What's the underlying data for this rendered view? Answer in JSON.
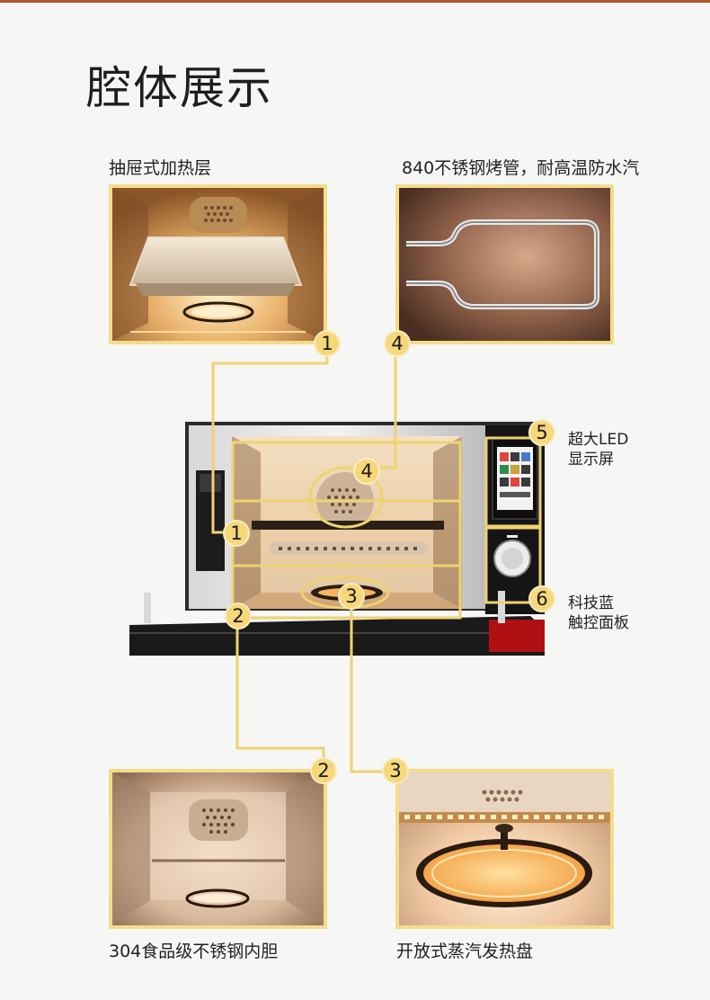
{
  "title": "腔体展示",
  "features": [
    {
      "num": "1",
      "caption": "抽屉式加热层"
    },
    {
      "num": "4",
      "caption": "840不锈钢烤管，耐高温防水汽"
    },
    {
      "num": "2",
      "caption": "304食品级不锈钢内胆"
    },
    {
      "num": "3",
      "caption": "开放式蒸汽发热盘"
    }
  ],
  "side": [
    {
      "num": "5",
      "line1": "超大LED",
      "line2": "显示屏"
    },
    {
      "num": "6",
      "line1": "科技蓝",
      "line2": "触控面板"
    }
  ],
  "colors": {
    "accent": "#f6d77a",
    "frame": "#f3dc8a",
    "line": "#efd36f",
    "topbar": "#b5552a",
    "appliance": "#1c1c1c",
    "glow": "#f2a74a"
  }
}
